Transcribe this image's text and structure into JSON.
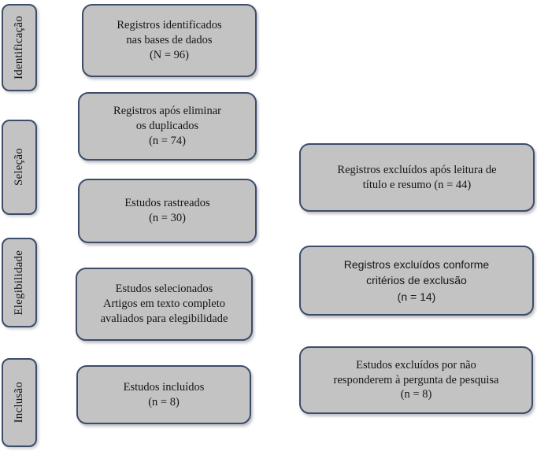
{
  "diagram": {
    "title": "PRISMA flow diagram",
    "colors": {
      "box_fill": "#c3c3c3",
      "box_border": "#3b4d6b",
      "text": "#15161a",
      "background": "#ffffff"
    }
  },
  "stages": [
    {
      "id": "identificacao",
      "label": "Identificação"
    },
    {
      "id": "selecao",
      "label": "Seleção"
    },
    {
      "id": "elegibilidade",
      "label": "Elegibilidade"
    },
    {
      "id": "inclusao",
      "label": "Inclusão"
    }
  ],
  "flow": {
    "main_column": [
      {
        "id": "identificados",
        "text": "Registros identificados\nnas bases de dados\n(N = 96)",
        "count_label": "N = 96",
        "count": 96
      },
      {
        "id": "duplicados",
        "text": "Registros após eliminar\nos duplicados\n(n = 74)",
        "count_label": "n = 74",
        "count": 74
      },
      {
        "id": "rastreados",
        "text": "Estudos rastreados\n(n = 30)",
        "count_label": "n = 30",
        "count": 30
      },
      {
        "id": "selecionados",
        "text": "Estudos selecionados\nArtigos em texto completo\navaliados para elegibilidade",
        "count_label": "",
        "count": null
      },
      {
        "id": "incluidos",
        "text": "Estudos incluídos\n(n = 8)",
        "count_label": "n = 8",
        "count": 8
      }
    ],
    "exclusion_column": [
      {
        "id": "excl-titulo",
        "text": "Registros excluídos após leitura de\ntítulo  e resumo (n = 44)",
        "count_label": "n = 44",
        "count": 44
      },
      {
        "id": "excl-criterios",
        "text": "Registros excluídos conforme\ncritérios de exclusão\n(n = 14)",
        "count_label": "n = 14",
        "count": 14
      },
      {
        "id": "excl-pergunta",
        "text": "Estudos excluídos por não\nresponderem à pergunta de  pesquisa\n(n = 8)",
        "count_label": "n = 8",
        "count": 8
      }
    ]
  }
}
